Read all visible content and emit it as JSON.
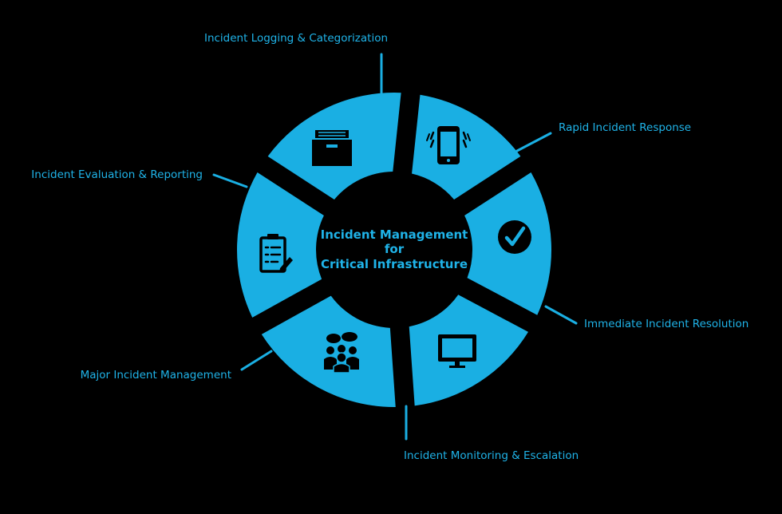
{
  "center": {
    "line1": "Incident Management",
    "line2": "for",
    "line3": "Critical Infrastructure"
  },
  "colors": {
    "background": "#000000",
    "accent": "#1AAFE3",
    "text": "#1FB3E8"
  },
  "segments": [
    {
      "label": "Rapid Incident Response",
      "icon": "smartphone-vibrate-icon"
    },
    {
      "label": "Immediate Incident Resolution",
      "icon": "checkmark-circle-icon"
    },
    {
      "label": "Incident Monitoring & Escalation",
      "icon": "monitor-icon"
    },
    {
      "label": "Major Incident Management",
      "icon": "team-discussion-icon"
    },
    {
      "label": "Incident Evaluation & Reporting",
      "icon": "clipboard-checklist-icon"
    },
    {
      "label": "Incident Logging & Categorization",
      "icon": "file-cabinet-icon"
    }
  ]
}
